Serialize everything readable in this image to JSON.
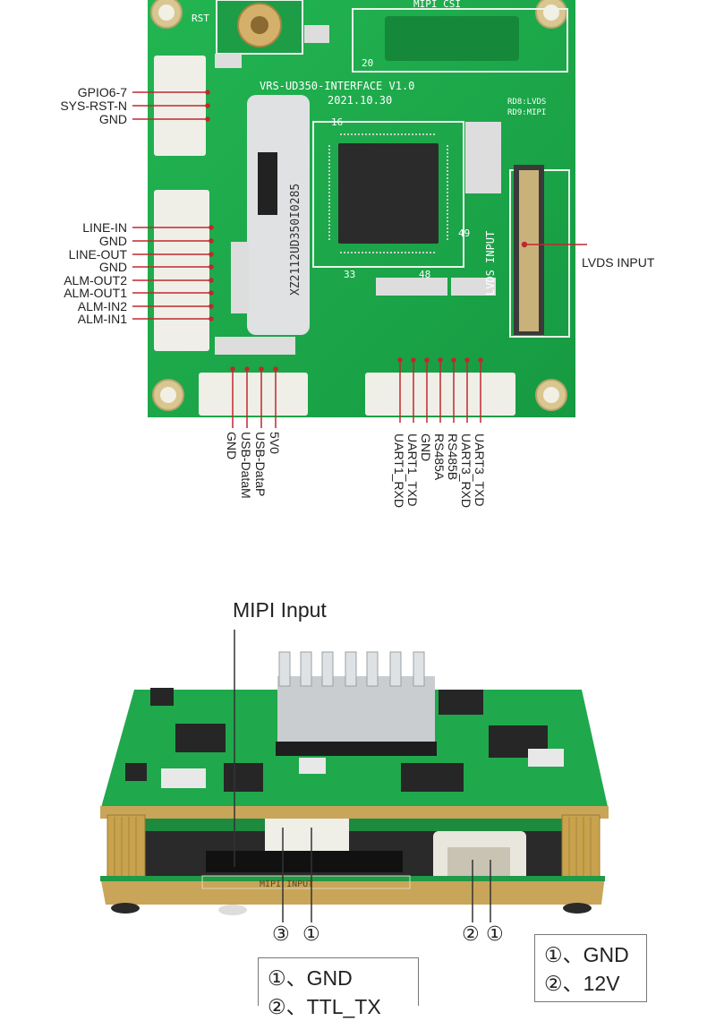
{
  "board_top": {
    "silkscreen": {
      "mipi_csi": "MIPI CSI",
      "rst": "RST",
      "model": "VRS-UD350-INTERFACE V1.0",
      "date": "2021.10.30",
      "serial": "XZ2112UD350I0285",
      "rd8": "RD8:LVDS",
      "rd9": "RD9:MIPI",
      "lvds_input": "LVDS INPUT",
      "pin_20": "20",
      "pin_16": "16",
      "pin_49": "49",
      "pin_33": "33",
      "pin_48": "48"
    },
    "left_labels_group1": [
      "GPIO6-7",
      "SYS-RST-N",
      "GND"
    ],
    "left_labels_group2": [
      "LINE-IN",
      "GND",
      "LINE-OUT",
      "GND",
      "ALM-OUT2",
      "ALM-OUT1",
      "ALM-IN2",
      "ALM-IN1"
    ],
    "right_label": "LVDS INPUT",
    "usb_labels": [
      "GND",
      "USB-DataM",
      "USB-DataP",
      "5V0"
    ],
    "uart_labels": [
      "UART1_RXD",
      "UART1_TXD",
      "GND",
      "RS485A",
      "RS485B",
      "UART3_RXD",
      "UART3_TXD"
    ]
  },
  "board_side": {
    "title": "MIPI  Input",
    "silkscreen_mipi": "MIPI INPUT",
    "callouts_left": [
      "③",
      "①"
    ],
    "callouts_right": [
      "②",
      "①"
    ],
    "legend_power": [
      "①、GND",
      "②、12V"
    ],
    "legend_uart": [
      "①、GND",
      "②、TTL_TX"
    ]
  },
  "colors": {
    "pcb_green": "#1ea84a",
    "label_line": "#c0282d",
    "gold": "#c9a55a"
  }
}
